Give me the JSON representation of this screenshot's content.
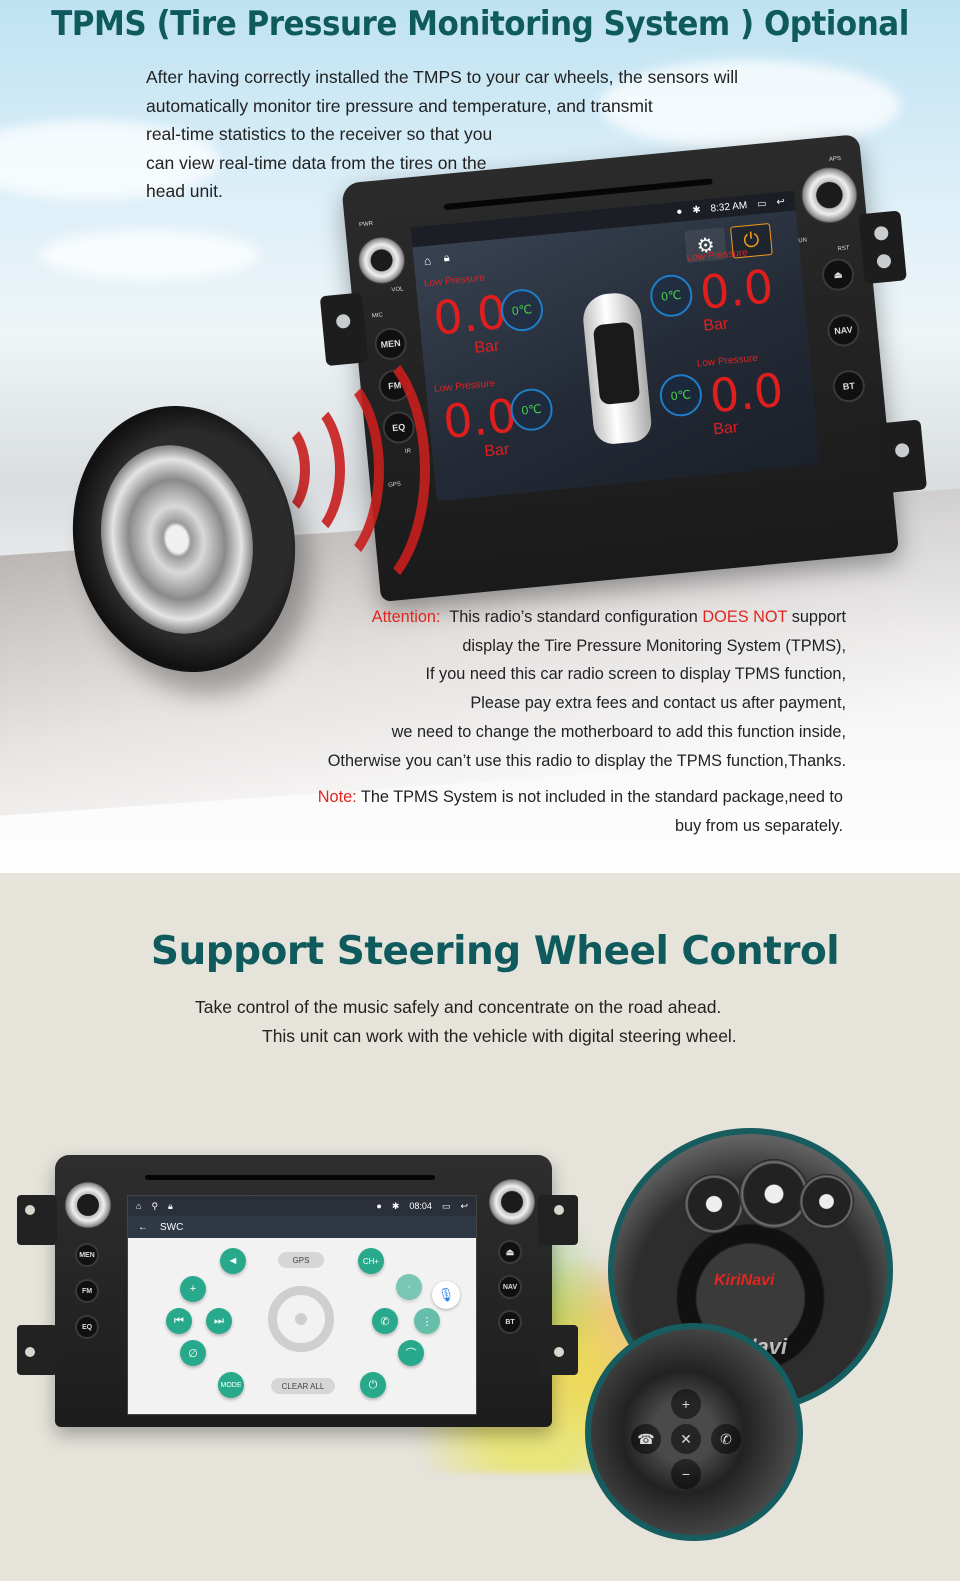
{
  "tpms": {
    "title": "TPMS (Tire Pressure Monitoring System ) Optional",
    "intro": [
      "After having correctly installed the TMPS to your car wheels, the sensors will",
      "automatically monitor tire pressure and temperature, and transmit",
      "real-time statistics to the receiver so that you",
      "can view real-time data from the tires on the",
      "head unit."
    ],
    "device": {
      "time": "8:32 AM",
      "labels": {
        "pwr": "PWR",
        "vol": "VOL",
        "aps": "APS",
        "tun": "TUN",
        "rst": "RST",
        "mic": "MIC",
        "gps": "GPS",
        "ir": "IR"
      },
      "buttons": {
        "men": "MEN",
        "fm": "FM",
        "eq": "EQ",
        "nav": "NAV",
        "bt": "BT"
      },
      "readings": [
        {
          "label": "Low Pressure",
          "value": "0.0",
          "unit": "Bar",
          "temp": "0℃"
        },
        {
          "label": "Low Pressure",
          "value": "0.0",
          "unit": "Bar",
          "temp": "0℃"
        },
        {
          "label": "Low Pressure",
          "value": "0.0",
          "unit": "Bar",
          "temp": "0℃"
        },
        {
          "label": "Low Pressure",
          "value": "0.0",
          "unit": "Bar",
          "temp": "0℃"
        }
      ]
    },
    "attention": {
      "prefix": "Attention:",
      "line1_a": "This radio’s standard configuration",
      "line1_b": "DOES NOT",
      "line1_c": "support",
      "lines": [
        "display the Tire Pressure Monitoring System (TPMS),",
        "If you need this car radio screen to display TPMS function,",
        "Please pay extra fees and contact us after payment,",
        "we need to change the motherboard to add this function inside,",
        "Otherwise you can’t use this radio to display the TPMS function,Thanks."
      ]
    },
    "note": {
      "prefix": "Note:",
      "line1": "The TPMS System is not included in the standard package,need to",
      "line2": "buy from us separately."
    }
  },
  "swc": {
    "title": "Support Steering Wheel Control",
    "line1": "Take control of the music safely and concentrate on the road ahead.",
    "line2": "This unit can work with the vehicle with digital steering wheel.",
    "device": {
      "time": "08:04",
      "header": "SWC",
      "gps": "GPS",
      "clear_all": "CLEAR ALL",
      "mode": "MODE",
      "ch_plus": "CH+",
      "buttons": {
        "men": "MEN",
        "fm": "FM",
        "eq": "EQ",
        "nav": "NAV",
        "bt": "BT"
      }
    },
    "brand": "KiriNavi",
    "watermark": "KiriNavi"
  },
  "colors": {
    "title": "#0f5a5d",
    "accent_red": "#e0261f",
    "swc_background": "#e5e3da",
    "swc_button": "#29a98b"
  },
  "icons": [
    "gear-icon",
    "power-icon",
    "back-icon",
    "home-icon",
    "lock-icon",
    "bluetooth-icon",
    "location-icon",
    "mic-icon",
    "volume-icon",
    "phone-icon",
    "prev-icon",
    "next-icon"
  ]
}
